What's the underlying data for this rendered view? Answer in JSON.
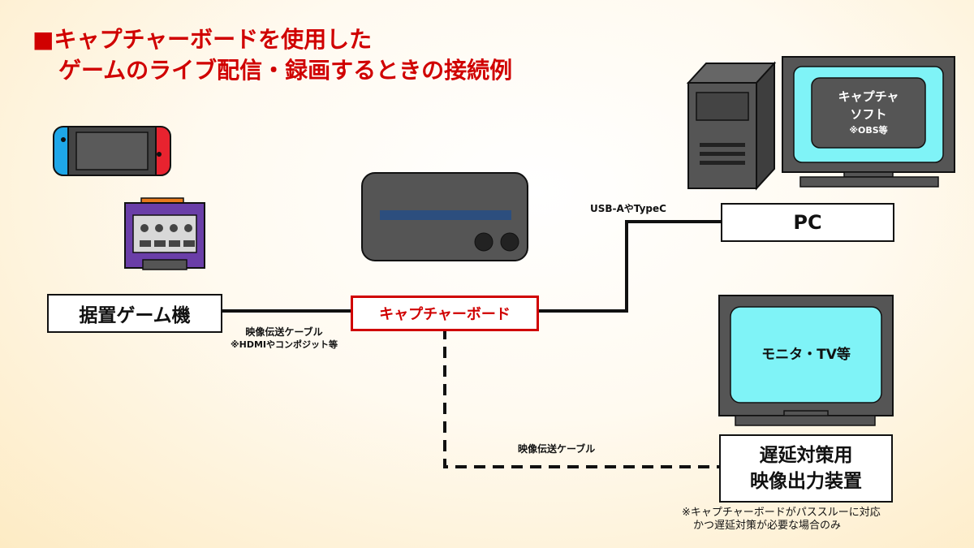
{
  "title": {
    "line1": "■キャプチャーボードを使用した",
    "line2": "ゲームのライブ配信・録画するときの接続例"
  },
  "nodes": {
    "console": "据置ゲーム機",
    "capture_board": "キャプチャーボード",
    "pc": "PC",
    "monitor": "モニタ・TV等",
    "passthrough_line1": "遅延対策用",
    "passthrough_line2": "映像出力装置"
  },
  "screen": {
    "capture_line1": "キャプチャ",
    "capture_line2": "ソフト",
    "capture_note": "※OBS等"
  },
  "cables": {
    "console_cable_line1": "映像伝送ケーブル",
    "console_cable_line2": "※HDMIやコンポジット等",
    "pc_cable": "USB-AやTypeC",
    "monitor_cable": "映像伝送ケーブル"
  },
  "footnote": {
    "line1": "※キャプチャーボードがパススルーに対応",
    "line2": "かつ遅延対策が必要な場合のみ"
  },
  "colors": {
    "title": "#d00000",
    "screen": "#7ff3f7",
    "device": "#555555",
    "switch_left": "#1ea7e8",
    "switch_right": "#e8232f",
    "gamecube": "#6a3ea8"
  }
}
